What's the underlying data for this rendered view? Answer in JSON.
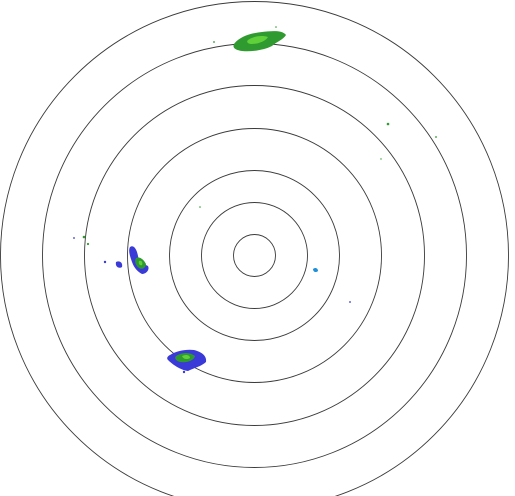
{
  "display": {
    "background_color": "#ffffff",
    "ring_color": "#3a3a3a",
    "ring_count": 7,
    "labels": []
  },
  "echo_colors": {
    "weak": "#3a3ad8",
    "light": "#2f9a2f",
    "moderate": "#5fcf3a",
    "cyan": "#1e8fd8"
  },
  "echo_clusters": [
    {
      "name": "echo-cluster-north",
      "intensity_levels": [
        "light",
        "moderate"
      ]
    },
    {
      "name": "echo-cluster-west",
      "intensity_levels": [
        "weak",
        "light",
        "moderate"
      ]
    },
    {
      "name": "echo-cluster-far-west",
      "intensity_levels": [
        "light",
        "weak"
      ]
    },
    {
      "name": "echo-cluster-southwest",
      "intensity_levels": [
        "weak",
        "light",
        "moderate"
      ]
    },
    {
      "name": "echo-cluster-east",
      "intensity_levels": [
        "cyan"
      ]
    },
    {
      "name": "echo-cluster-northeast",
      "intensity_levels": [
        "light"
      ]
    }
  ]
}
